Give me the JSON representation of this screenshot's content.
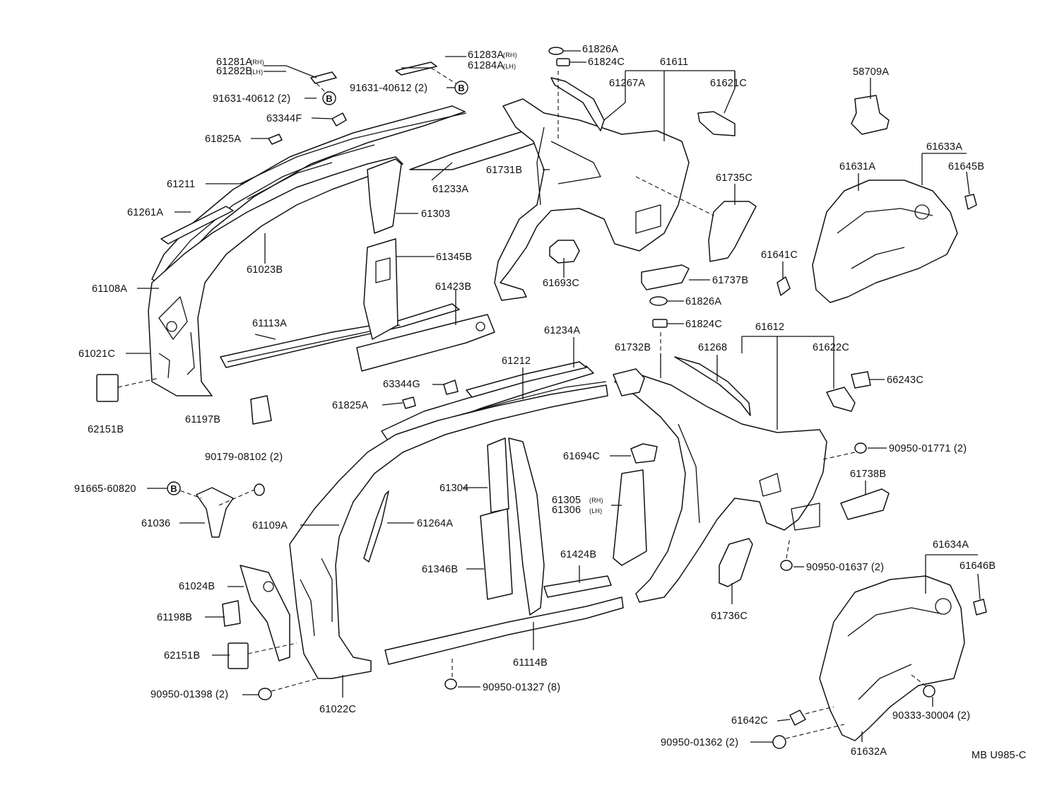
{
  "diagram": {
    "code": "MB U985-C",
    "labels": {
      "l61281A": "61281A",
      "l61282B": "61282B",
      "rh": "(RH)",
      "lh": "(LH)",
      "l91631a": "91631-40612 (2)",
      "l91631b": "91631-40612 (2)",
      "l61283A": "61283A",
      "l61284A": "61284A",
      "l63344F": "63344F",
      "l61825A1": "61825A",
      "l61211": "61211",
      "l61261A": "61261A",
      "l61023B": "61023B",
      "l61108A": "61108A",
      "l61113A": "61113A",
      "l61021C": "61021C",
      "l62151B1": "62151B",
      "l61197B": "61197B",
      "l61233A": "61233A",
      "l61303": "61303",
      "l61345B": "61345B",
      "l61423B": "61423B",
      "l61826A1": "61826A",
      "l61824C1": "61824C",
      "l61611": "61611",
      "l61267A": "61267A",
      "l61621C": "61621C",
      "l61731B": "61731B",
      "l61693C": "61693C",
      "l61735C": "61735C",
      "l61737B": "61737B",
      "l61826A2": "61826A",
      "l61824C2": "61824C",
      "l58709A": "58709A",
      "l61633A": "61633A",
      "l61631A": "61631A",
      "l61645B": "61645B",
      "l61641C": "61641C",
      "l61234A": "61234A",
      "l61212": "61212",
      "l63344G": "63344G",
      "l61825A2": "61825A",
      "l61732B": "61732B",
      "l61268": "61268",
      "l61612": "61612",
      "l61622C": "61622C",
      "l66243C": "66243C",
      "l90179": "90179-08102 (2)",
      "l91665": "91665-60820",
      "l61036": "61036",
      "l61109A": "61109A",
      "l61264A": "61264A",
      "l61304": "61304",
      "l61694C": "61694C",
      "l61305": "61305",
      "l61306": "61306",
      "l61346B": "61346B",
      "l61424B": "61424B",
      "l61024B": "61024B",
      "l61198B": "61198B",
      "l62151B2": "62151B",
      "l90950_01398": "90950-01398 (2)",
      "l61022C": "61022C",
      "l61114B": "61114B",
      "l90950_01327": "90950-01327 (8)",
      "l90950_01771": "90950-01771 (2)",
      "l61738B": "61738B",
      "l90950_01637": "90950-01637 (2)",
      "l61736C": "61736C",
      "l61634A": "61634A",
      "l61646B": "61646B",
      "l90333": "90333-30004 (2)",
      "l61642C": "61642C",
      "l90950_01362": "90950-01362 (2)",
      "l61632A": "61632A",
      "bMark": "B"
    }
  }
}
